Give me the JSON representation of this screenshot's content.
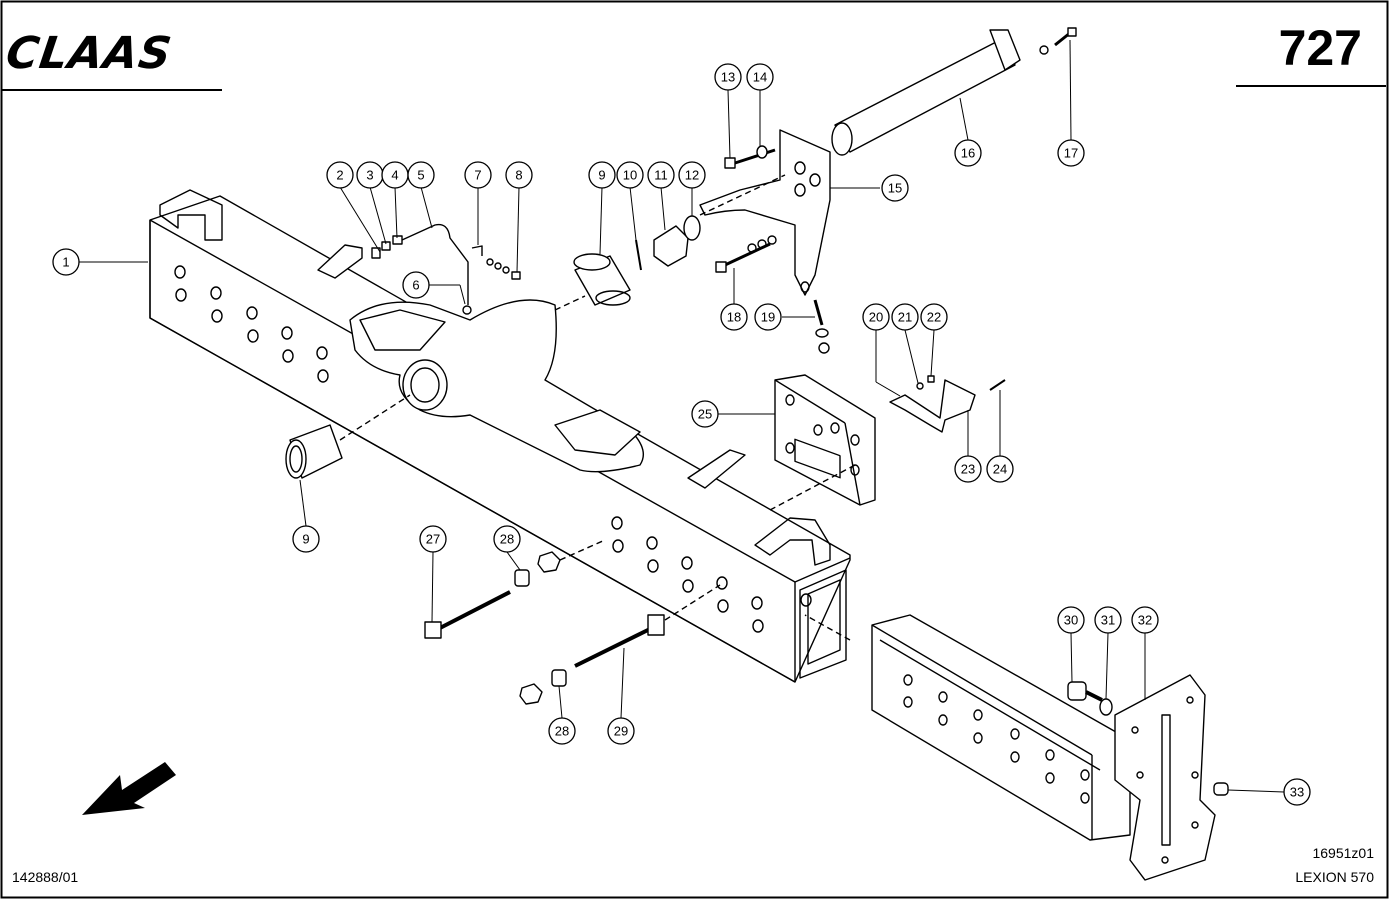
{
  "brand": {
    "name": "CLAAS"
  },
  "page_number": "727",
  "footer": {
    "doc_number": "142888/01",
    "drawing_code": "16951z01",
    "model": "LEXION 570"
  },
  "callouts": [
    {
      "id": "c1",
      "label": "1"
    },
    {
      "id": "c2",
      "label": "2"
    },
    {
      "id": "c3",
      "label": "3"
    },
    {
      "id": "c4",
      "label": "4"
    },
    {
      "id": "c5",
      "label": "5"
    },
    {
      "id": "c6",
      "label": "6"
    },
    {
      "id": "c7",
      "label": "7"
    },
    {
      "id": "c8",
      "label": "8"
    },
    {
      "id": "c9a",
      "label": "9"
    },
    {
      "id": "c9b",
      "label": "9"
    },
    {
      "id": "c10",
      "label": "10"
    },
    {
      "id": "c11",
      "label": "11"
    },
    {
      "id": "c12",
      "label": "12"
    },
    {
      "id": "c13",
      "label": "13"
    },
    {
      "id": "c14",
      "label": "14"
    },
    {
      "id": "c15",
      "label": "15"
    },
    {
      "id": "c16",
      "label": "16"
    },
    {
      "id": "c17",
      "label": "17"
    },
    {
      "id": "c18",
      "label": "18"
    },
    {
      "id": "c19",
      "label": "19"
    },
    {
      "id": "c20",
      "label": "20"
    },
    {
      "id": "c21",
      "label": "21"
    },
    {
      "id": "c22",
      "label": "22"
    },
    {
      "id": "c23",
      "label": "23"
    },
    {
      "id": "c24",
      "label": "24"
    },
    {
      "id": "c25",
      "label": "25"
    },
    {
      "id": "c27",
      "label": "27"
    },
    {
      "id": "c28a",
      "label": "28"
    },
    {
      "id": "c28b",
      "label": "28"
    },
    {
      "id": "c29",
      "label": "29"
    },
    {
      "id": "c30",
      "label": "30"
    },
    {
      "id": "c31",
      "label": "31"
    },
    {
      "id": "c32",
      "label": "32"
    },
    {
      "id": "c33",
      "label": "33"
    }
  ],
  "icons": {
    "direction": "direction-arrow-icon"
  }
}
